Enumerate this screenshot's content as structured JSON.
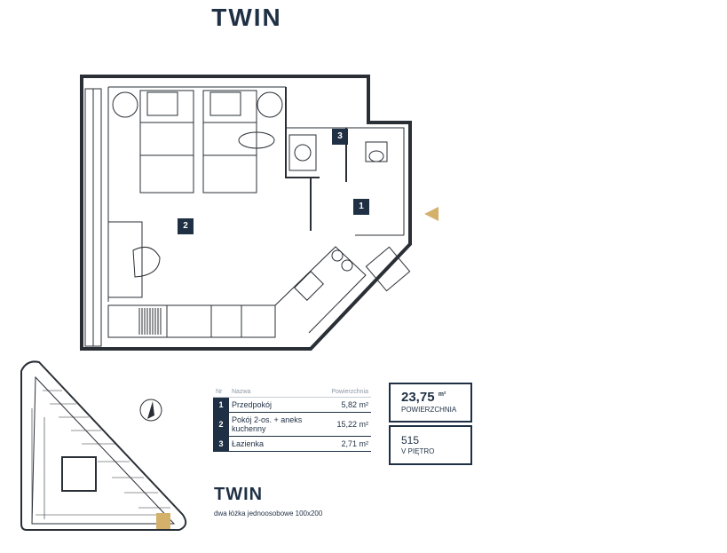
{
  "title": "TWIN",
  "plan": {
    "room_markers": [
      "3",
      "2",
      "1"
    ]
  },
  "table": {
    "headers": {
      "nr": "Nr",
      "name": "Nazwa",
      "area": "Powierzchnia"
    },
    "rows": [
      {
        "nr": "1",
        "name": "Przedpokój",
        "area": "5,82 m²"
      },
      {
        "nr": "2",
        "name": "Pokój 2-os. + aneks kuchenny",
        "area": "15,22 m²"
      },
      {
        "nr": "3",
        "name": "Łazienka",
        "area": "2,71 m²"
      }
    ]
  },
  "summary": {
    "area_value": "23,75",
    "area_unit": "m²",
    "area_label": "POWIERZCHNIA",
    "unit_number": "515",
    "floor_label": "V PIĘTRO"
  },
  "subtitle": "TWIN",
  "description": "dwa łóżka jednoosobowe 100x200",
  "colors": {
    "navy": "#1f3044",
    "accent": "#d4b16a"
  }
}
